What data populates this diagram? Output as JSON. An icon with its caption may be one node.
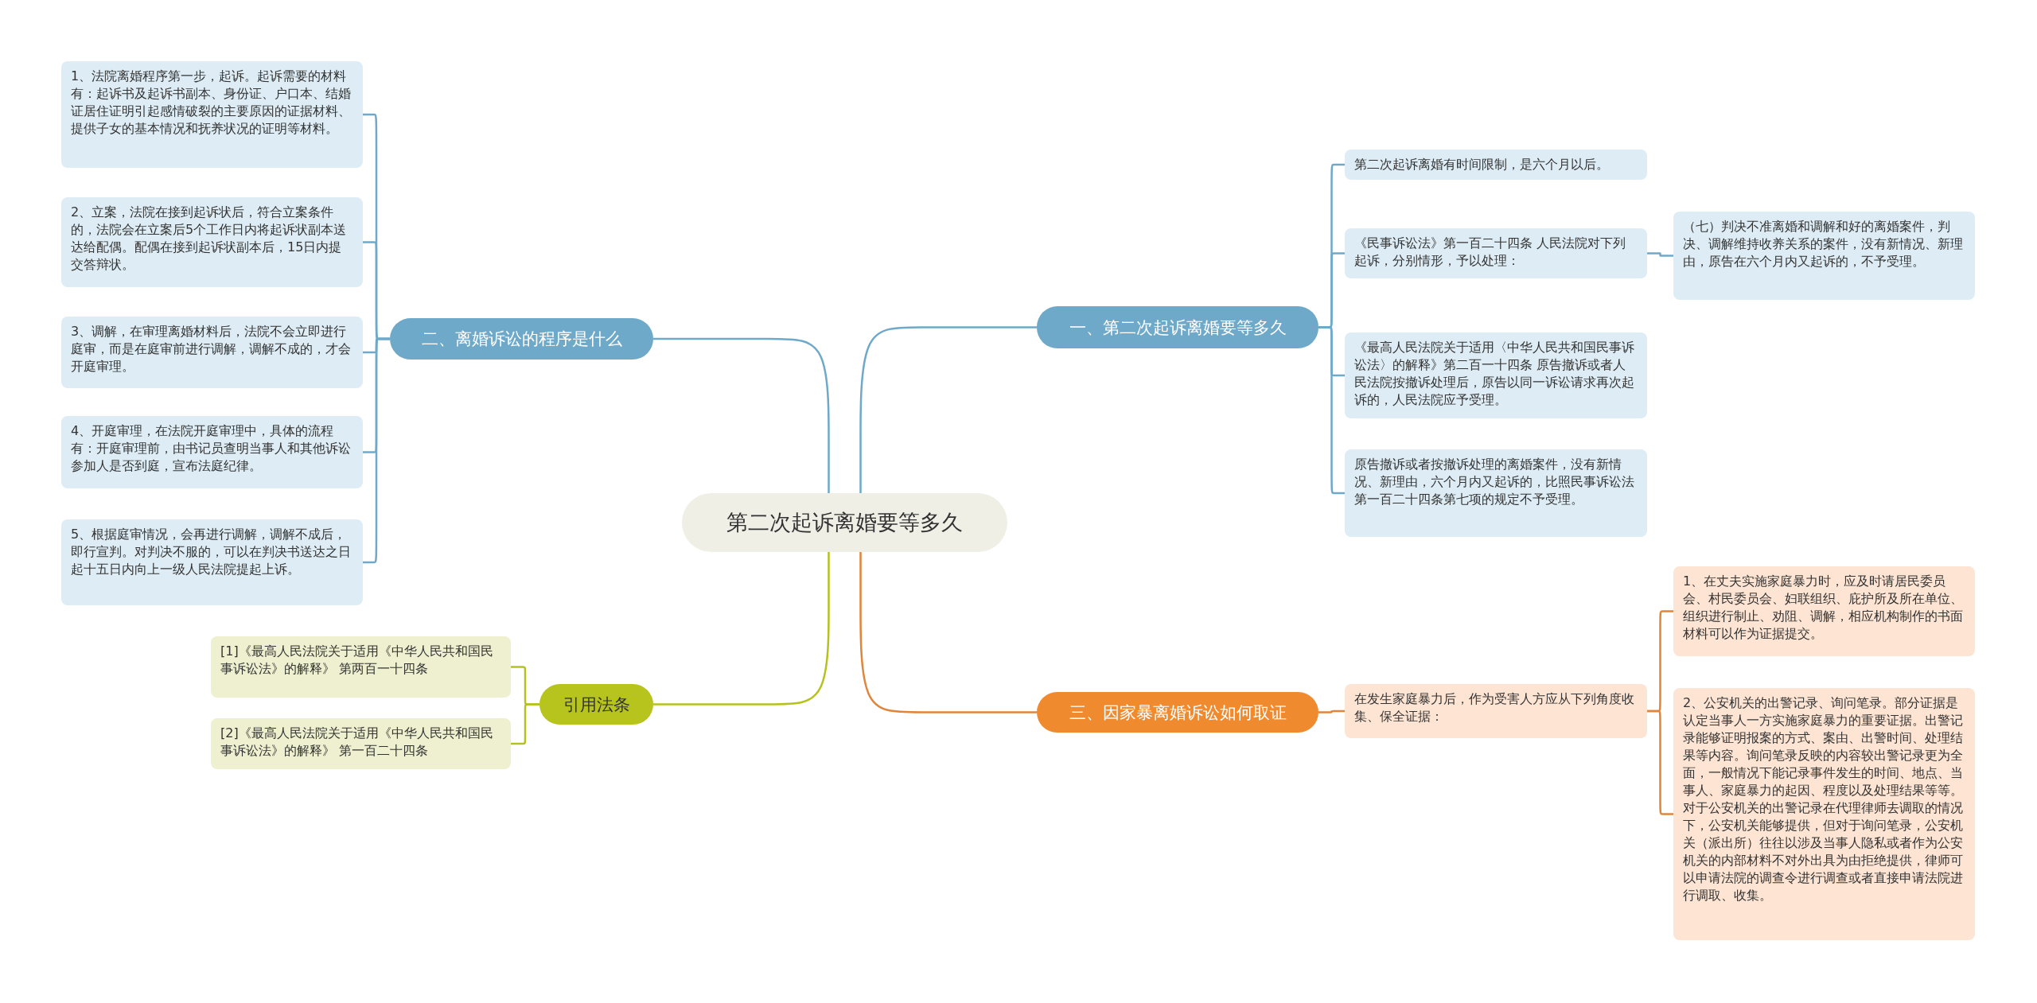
{
  "diagram": {
    "nodes": [
      {
        "text": [
          "第二次起诉离婚要等多久"
        ]
      },
      {
        "text": [
          "二、离婚诉讼的程序是什么"
        ]
      },
      {
        "text": [
          "1、法院离婚程序第一步，起诉。起诉需要的材料有：起诉书及起诉书副本、身份证、户口本、结婚证居住证明引起感情破裂的主要原因的证据材料、提供子女的基本情况和抚养状况的证明等材料。"
        ]
      },
      {
        "text": [
          "2、立案，法院在接到起诉状后，符合立案条件的，法院会在立案后5个工作日内将起诉状副本送达给配偶。配偶在接到起诉状副本后，15日内提交答辩状。"
        ]
      },
      {
        "text": [
          "3、调解，在审理离婚材料后，法院不会立即进行庭审，而是在庭审前进行调解，调解不成的，才会开庭审理。"
        ]
      },
      {
        "text": [
          "4、开庭审理，在法院开庭审理中，具体的流程有：开庭审理前，由书记员查明当事人和其他诉讼参加人是否到庭，宣布法庭纪律。"
        ]
      },
      {
        "text": [
          "5、根据庭审情况，会再进行调解，调解不成后，即行宣判。对判决不服的，可以在判决书送达之日起十五日内向上一级人民法院提起上诉。"
        ]
      },
      {
        "text": [
          "一、第二次起诉离婚要等多久"
        ]
      },
      {
        "text": [
          "第二次起诉离婚有时间限制，是六个月以后。"
        ]
      },
      {
        "text": [
          "《民事诉讼法》第一百二十四条 人民法院对下列起诉，分别情形，予以处理："
        ]
      },
      {
        "text": [
          "（七）判决不准离婚和调解和好的离婚案件，判决、调解维持收养关系的案件，没有新情况、新理由，原告在六个月内又起诉的，不予受理。"
        ]
      },
      {
        "text": [
          "《最高人民法院关于适用〈中华人民共和国民事诉讼法〉的解释》第二百一十四条 原告撤诉或者人民法院按撤诉处理后，原告以同一诉讼请求再次起诉的，人民法院应予受理。"
        ]
      },
      {
        "text": [
          "原告撤诉或者按撤诉处理的离婚案件，没有新情况、新理由，六个月内又起诉的，比照民事诉讼法第一百二十四条第七项的规定不予受理。"
        ]
      },
      {
        "text": [
          "引用法条"
        ]
      },
      {
        "text": [
          "[1]《最高人民法院关于适用《中华人民共和国民事诉讼法》的解释》 第两百一十四条"
        ]
      },
      {
        "text": [
          "[2]《最高人民法院关于适用《中华人民共和国民事诉讼法》的解释》 第一百二十四条"
        ]
      },
      {
        "text": [
          "三、因家暴离婚诉讼如何取证"
        ]
      },
      {
        "text": [
          "在发生家庭暴力后，作为受害人方应从下列角度收集、保全证据："
        ]
      },
      {
        "text": [
          "1、在丈夫实施家庭暴力时，应及时请居民委员会、村民委员会、妇联组织、庇护所及所在单位、组织进行制止、劝阻、调解，相应机构制作的书面材料可以作为证据提交。"
        ]
      },
      {
        "text": [
          "2、公安机关的出警记录、询问笔录。部分证据是认定当事人一方实施家庭暴力的重要证据。出警记录能够证明报案的方式、案由、出警时间、处理结果等内容。询问笔录反映的内容较出警记录更为全面，一般情况下能记录事件发生的时间、地点、当事人、家庭暴力的起因、程度以及处理结果等等。对于公安机关的出警记录在代理律师去调取的情况下，公安机关能够提供，但对于询问笔录，公安机关（派出所）往往以涉及当事人隐私或者作为公安机关的内部材料不对外出具为由拒绝提供，律师可以申请法院的调查令进行调查或者直接申请法院进行调取、收集。"
        ]
      }
    ],
    "edges": [
      {
        "from": 0,
        "to": 1,
        "arrow": "none"
      },
      {
        "from": 1,
        "to": 2,
        "arrow": "none"
      },
      {
        "from": 1,
        "to": 3,
        "arrow": "none"
      },
      {
        "from": 1,
        "to": 4,
        "arrow": "none"
      },
      {
        "from": 1,
        "to": 5,
        "arrow": "none"
      },
      {
        "from": 1,
        "to": 6,
        "arrow": "none"
      },
      {
        "from": 0,
        "to": 7,
        "arrow": "none"
      },
      {
        "from": 7,
        "to": 8,
        "arrow": "none"
      },
      {
        "from": 7,
        "to": 9,
        "arrow": "none"
      },
      {
        "from": 9,
        "to": 10,
        "arrow": "none"
      },
      {
        "from": 7,
        "to": 11,
        "arrow": "none"
      },
      {
        "from": 7,
        "to": 12,
        "arrow": "none"
      },
      {
        "from": 0,
        "to": 13,
        "arrow": "none",
        "color": "#b5c21d"
      },
      {
        "from": 13,
        "to": 14,
        "arrow": "none",
        "color": "#b5c21d"
      },
      {
        "from": 13,
        "to": 15,
        "arrow": "none",
        "color": "#b5c21d"
      },
      {
        "from": 0,
        "to": 16,
        "arrow": "none",
        "color": "#e0853a"
      },
      {
        "from": 16,
        "to": 17,
        "arrow": "none",
        "color": "#e0853a"
      },
      {
        "from": 17,
        "to": 18,
        "arrow": "none",
        "color": "#e0853a"
      },
      {
        "from": 17,
        "to": 19,
        "arrow": "none",
        "color": "#e0853a"
      }
    ]
  }
}
